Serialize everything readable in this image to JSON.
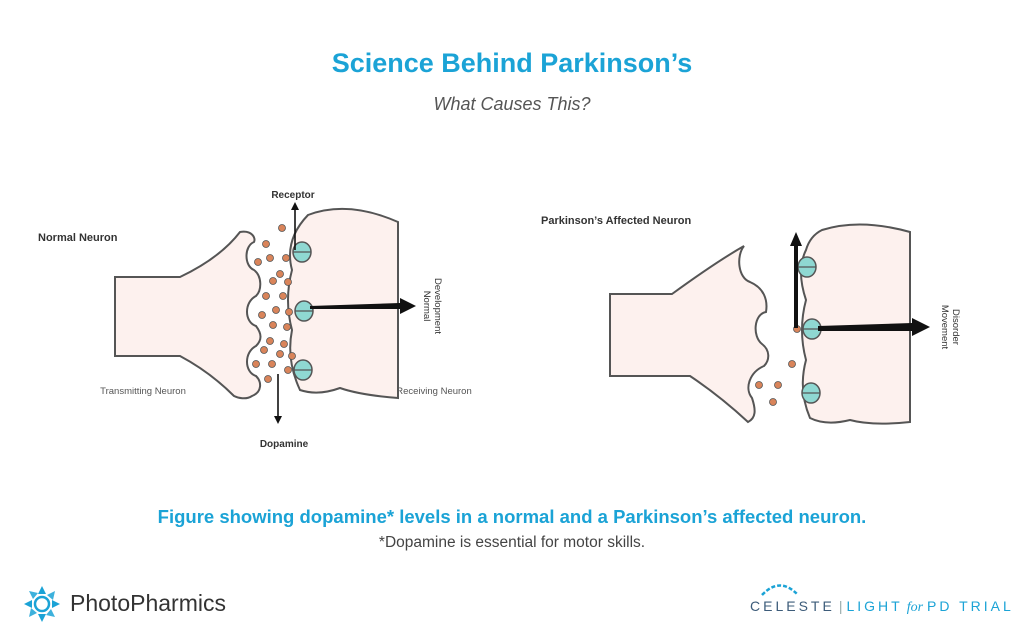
{
  "header": {
    "title": "Science Behind Parkinson’s",
    "subtitle": "What Causes This?"
  },
  "normal_panel": {
    "title": "Normal Neuron",
    "receptor_label": "Receptor",
    "dopamine_label": "Dopamine",
    "development_label_line1": "Normal",
    "development_label_line2": "Development",
    "transmitting_label": "Transmitting Neuron",
    "receiving_label": "Receiving Neuron"
  },
  "affected_panel": {
    "title": "Parkinson’s Affected Neuron",
    "disorder_label_line1": "Movement",
    "disorder_label_line2": "Disorder"
  },
  "caption": "Figure showing dopamine* levels in a normal and a Parkinson’s affected neuron.",
  "footnote": "*Dopamine is essential for motor skills.",
  "footer": {
    "company": "PhotoPharmics",
    "trial_brand": "CELESTE",
    "trial_light": "LIGHT",
    "trial_for": "for",
    "trial_pd": "PD TRIAL"
  },
  "colors": {
    "accent": "#1ba3d6",
    "neuron_fill": "#fdf1ee",
    "neuron_stroke": "#555555",
    "dopamine": "#d9845a",
    "receptor": "#8fd8d2"
  },
  "icons": {
    "company_logo": "photopharmics-logo-icon",
    "trial_logo": "celeste-logo-icon"
  }
}
